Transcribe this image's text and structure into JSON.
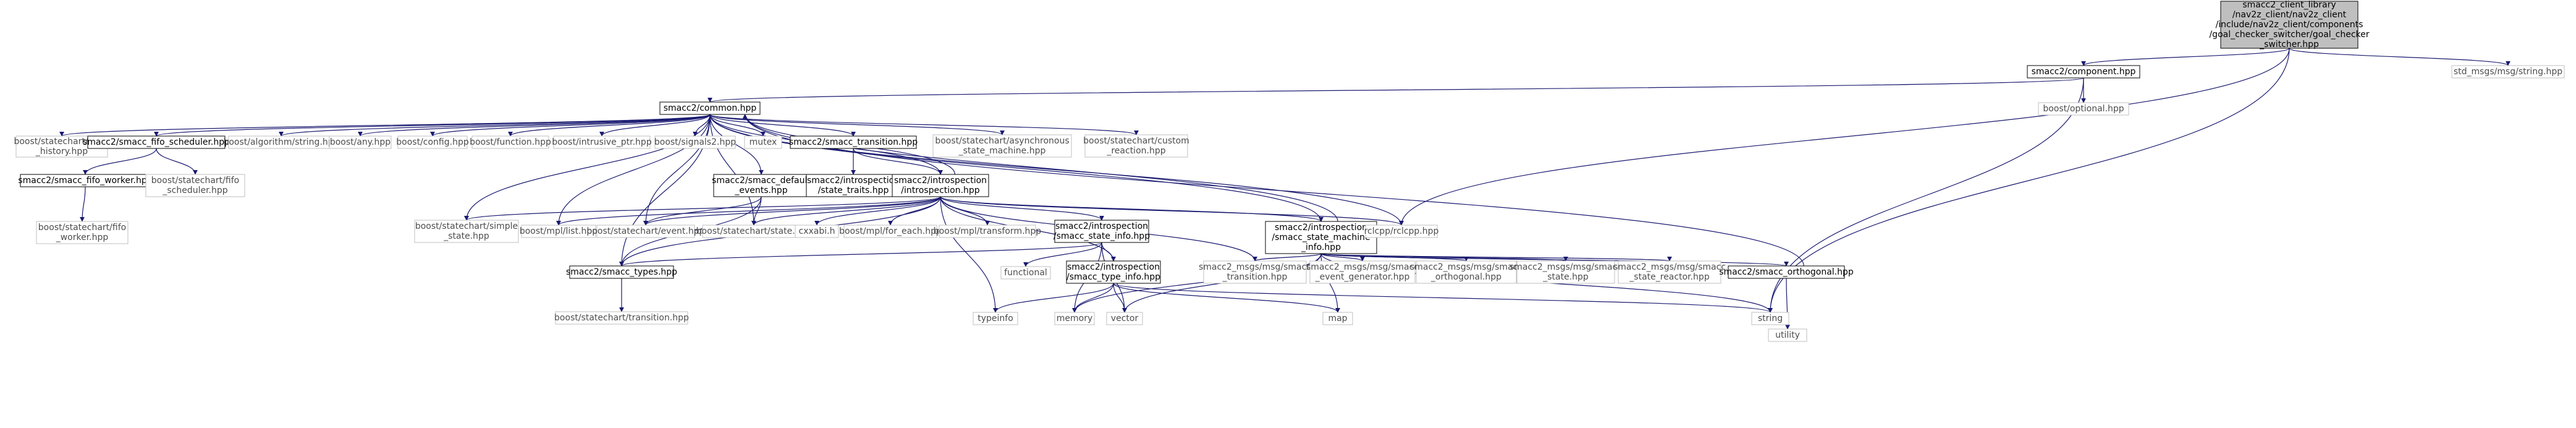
{
  "colors": {
    "edge": "#191970",
    "root_fill": "#bfbfbf",
    "weak_border": "#bfbfbf",
    "strong_border": "#000000"
  },
  "nodes": {
    "root": {
      "lines": [
        "smacc2_client_library",
        "/nav2z_client/nav2z_client",
        "/include/nav2z_client/components",
        "/goal_checker_switcher/goal_checker",
        "_switcher.hpp"
      ],
      "style": "root"
    },
    "component": {
      "lines": [
        "smacc2/component.hpp"
      ],
      "style": "strong"
    },
    "std_msgs": {
      "lines": [
        "std_msgs/msg/string.hpp"
      ],
      "style": "weak"
    },
    "common": {
      "lines": [
        "smacc2/common.hpp"
      ],
      "style": "strong"
    },
    "optional": {
      "lines": [
        "boost/optional.hpp"
      ],
      "style": "weak"
    },
    "deep_history": {
      "lines": [
        "boost/statechart/deep",
        "_history.hpp"
      ],
      "style": "weak"
    },
    "fifo_scheduler": {
      "lines": [
        "smacc2/smacc_fifo_scheduler.hpp"
      ],
      "style": "strong"
    },
    "algorithm_string": {
      "lines": [
        "boost/algorithm/string.hpp"
      ],
      "style": "weak"
    },
    "any": {
      "lines": [
        "boost/any.hpp"
      ],
      "style": "weak"
    },
    "config": {
      "lines": [
        "boost/config.hpp"
      ],
      "style": "weak"
    },
    "function": {
      "lines": [
        "boost/function.hpp"
      ],
      "style": "weak"
    },
    "intrusive_ptr": {
      "lines": [
        "boost/intrusive_ptr.hpp"
      ],
      "style": "weak"
    },
    "signals2": {
      "lines": [
        "boost/signals2.hpp"
      ],
      "style": "weak"
    },
    "mutex": {
      "lines": [
        "mutex"
      ],
      "style": "weak"
    },
    "smacc_transition": {
      "lines": [
        "smacc2/smacc_transition.hpp"
      ],
      "style": "strong"
    },
    "async_sm": {
      "lines": [
        "boost/statechart/asynchronous",
        "_state_machine.hpp"
      ],
      "style": "weak"
    },
    "custom_reaction": {
      "lines": [
        "boost/statechart/custom",
        "_reaction.hpp"
      ],
      "style": "weak"
    },
    "fifo_worker": {
      "lines": [
        "smacc2/smacc_fifo_worker.hpp"
      ],
      "style": "strong"
    },
    "sc_fifo_scheduler": {
      "lines": [
        "boost/statechart/fifo",
        "_scheduler.hpp"
      ],
      "style": "weak"
    },
    "default_events": {
      "lines": [
        "smacc2/smacc_default",
        "_events.hpp"
      ],
      "style": "strong"
    },
    "state_traits": {
      "lines": [
        "smacc2/introspection",
        "/state_traits.hpp"
      ],
      "style": "strong"
    },
    "introspection": {
      "lines": [
        "smacc2/introspection",
        "/introspection.hpp"
      ],
      "style": "strong"
    },
    "sc_fifo_worker": {
      "lines": [
        "boost/statechart/fifo",
        "_worker.hpp"
      ],
      "style": "weak"
    },
    "simple_state": {
      "lines": [
        "boost/statechart/simple",
        "_state.hpp"
      ],
      "style": "weak"
    },
    "mpl_list": {
      "lines": [
        "boost/mpl/list.hpp"
      ],
      "style": "weak"
    },
    "sc_event": {
      "lines": [
        "boost/statechart/event.hpp"
      ],
      "style": "weak"
    },
    "sc_state": {
      "lines": [
        "boost/statechart/state.hpp"
      ],
      "style": "weak"
    },
    "cxxabi": {
      "lines": [
        "cxxabi.h"
      ],
      "style": "weak"
    },
    "mpl_for_each": {
      "lines": [
        "boost/mpl/for_each.hpp"
      ],
      "style": "weak"
    },
    "mpl_transform": {
      "lines": [
        "boost/mpl/transform.hpp"
      ],
      "style": "weak"
    },
    "state_machine_info": {
      "lines": [
        "smacc2/introspection",
        "/smacc_state_machine",
        "_info.hpp"
      ],
      "style": "strong"
    },
    "rclcpp": {
      "lines": [
        "rclcpp/rclcpp.hpp"
      ],
      "style": "weak"
    },
    "state_info": {
      "lines": [
        "smacc2/introspection",
        "/smacc_state_info.hpp"
      ],
      "style": "strong"
    },
    "smacc_types": {
      "lines": [
        "smacc2/smacc_types.hpp"
      ],
      "style": "strong"
    },
    "functional": {
      "lines": [
        "functional"
      ],
      "style": "weak"
    },
    "type_info": {
      "lines": [
        "smacc2/introspection",
        "/smacc_type_info.hpp"
      ],
      "style": "strong"
    },
    "msg_transition": {
      "lines": [
        "smacc2_msgs/msg/smacc",
        "_transition.hpp"
      ],
      "style": "weak"
    },
    "msg_event_generator": {
      "lines": [
        "smacc2_msgs/msg/smacc",
        "_event_generator.hpp"
      ],
      "style": "weak"
    },
    "msg_orthogonal": {
      "lines": [
        "smacc2_msgs/msg/smacc",
        "_orthogonal.hpp"
      ],
      "style": "weak"
    },
    "msg_state": {
      "lines": [
        "smacc2_msgs/msg/smacc",
        "_state.hpp"
      ],
      "style": "weak"
    },
    "msg_state_reactor": {
      "lines": [
        "smacc2_msgs/msg/smacc",
        "_state_reactor.hpp"
      ],
      "style": "weak"
    },
    "smacc_orthogonal": {
      "lines": [
        "smacc2/smacc_orthogonal.hpp"
      ],
      "style": "strong"
    },
    "sc_transition": {
      "lines": [
        "boost/statechart/transition.hpp"
      ],
      "style": "weak"
    },
    "typeinfo": {
      "lines": [
        "typeinfo"
      ],
      "style": "weak"
    },
    "memory": {
      "lines": [
        "memory"
      ],
      "style": "weak"
    },
    "vector": {
      "lines": [
        "vector"
      ],
      "style": "weak"
    },
    "map": {
      "lines": [
        "map"
      ],
      "style": "weak"
    },
    "string": {
      "lines": [
        "string"
      ],
      "style": "weak"
    },
    "utility": {
      "lines": [
        "utility"
      ],
      "style": "weak"
    }
  },
  "edges": [
    [
      "root",
      "component"
    ],
    [
      "root",
      "std_msgs"
    ],
    [
      "root",
      "rclcpp"
    ],
    [
      "root",
      "string"
    ],
    [
      "component",
      "common"
    ],
    [
      "component",
      "optional"
    ],
    [
      "component",
      "string"
    ],
    [
      "common",
      "deep_history"
    ],
    [
      "common",
      "fifo_scheduler"
    ],
    [
      "common",
      "algorithm_string"
    ],
    [
      "common",
      "any"
    ],
    [
      "common",
      "config"
    ],
    [
      "common",
      "function"
    ],
    [
      "common",
      "intrusive_ptr"
    ],
    [
      "common",
      "signals2"
    ],
    [
      "common",
      "mutex"
    ],
    [
      "common",
      "smacc_transition"
    ],
    [
      "common",
      "async_sm"
    ],
    [
      "common",
      "custom_reaction"
    ],
    [
      "common",
      "default_events"
    ],
    [
      "common",
      "introspection"
    ],
    [
      "common",
      "simple_state"
    ],
    [
      "common",
      "mpl_list"
    ],
    [
      "common",
      "sc_event"
    ],
    [
      "common",
      "sc_state"
    ],
    [
      "common",
      "state_machine_info"
    ],
    [
      "common",
      "rclcpp"
    ],
    [
      "common",
      "smacc_types"
    ],
    [
      "fifo_scheduler",
      "fifo_worker"
    ],
    [
      "fifo_scheduler",
      "sc_fifo_scheduler"
    ],
    [
      "fifo_worker",
      "sc_fifo_worker"
    ],
    [
      "smacc_transition",
      "state_traits"
    ],
    [
      "smacc_transition",
      "introspection"
    ],
    [
      "default_events",
      "sc_event"
    ],
    [
      "default_events",
      "sc_state"
    ],
    [
      "default_events",
      "smacc_types"
    ],
    [
      "introspection",
      "common"
    ],
    [
      "introspection",
      "simple_state"
    ],
    [
      "introspection",
      "mpl_list"
    ],
    [
      "introspection",
      "sc_event"
    ],
    [
      "introspection",
      "sc_state"
    ],
    [
      "introspection",
      "cxxabi"
    ],
    [
      "introspection",
      "mpl_for_each"
    ],
    [
      "introspection",
      "mpl_transform"
    ],
    [
      "introspection",
      "state_machine_info"
    ],
    [
      "introspection",
      "rclcpp"
    ],
    [
      "introspection",
      "state_info"
    ],
    [
      "introspection",
      "smacc_types"
    ],
    [
      "introspection",
      "type_info"
    ],
    [
      "introspection",
      "msg_transition"
    ],
    [
      "introspection",
      "typeinfo"
    ],
    [
      "state_machine_info",
      "common"
    ],
    [
      "state_machine_info",
      "msg_transition"
    ],
    [
      "state_machine_info",
      "msg_event_generator"
    ],
    [
      "state_machine_info",
      "msg_orthogonal"
    ],
    [
      "state_machine_info",
      "msg_state"
    ],
    [
      "state_machine_info",
      "msg_state_reactor"
    ],
    [
      "state_machine_info",
      "smacc_orthogonal"
    ],
    [
      "state_machine_info",
      "memory"
    ],
    [
      "state_machine_info",
      "vector"
    ],
    [
      "state_machine_info",
      "map"
    ],
    [
      "state_machine_info",
      "string"
    ],
    [
      "state_info",
      "smacc_types"
    ],
    [
      "state_info",
      "functional"
    ],
    [
      "state_info",
      "type_info"
    ],
    [
      "state_info",
      "memory"
    ],
    [
      "state_info",
      "vector"
    ],
    [
      "smacc_types",
      "sc_transition"
    ],
    [
      "type_info",
      "typeinfo"
    ],
    [
      "type_info",
      "memory"
    ],
    [
      "type_info",
      "vector"
    ],
    [
      "type_info",
      "map"
    ],
    [
      "type_info",
      "string"
    ],
    [
      "smacc_orthogonal",
      "common"
    ],
    [
      "smacc_orthogonal",
      "utility"
    ]
  ]
}
